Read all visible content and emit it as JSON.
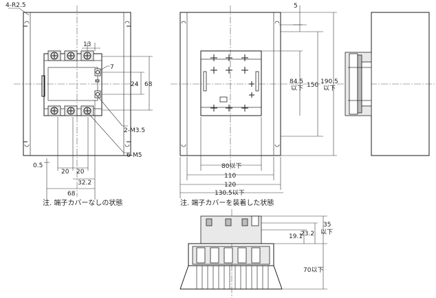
{
  "labels": {
    "radius": "4-R2.5",
    "d13": "13",
    "d7": "7",
    "d24": "24",
    "d68v": "68",
    "m35": "2-M3.5",
    "m5": "6-M5",
    "d05": "0.5",
    "d20a": "20",
    "d20b": "20",
    "d322": "32.2",
    "d68h": "68",
    "d5": "5",
    "d845": "84.5",
    "d845u": "以下",
    "d150": "150",
    "d1905": "190.5",
    "d1905u": "以下",
    "d80": "80以下",
    "d110": "110",
    "d120": "120",
    "d1305": "130.5以下",
    "d35": "35",
    "d35u": "以下",
    "d191": "19.1",
    "d232": "23.2",
    "d70": "70以下"
  },
  "notes": {
    "left": "注. 端子カバーなしの状態",
    "middle": "注. 端子カバーを装着した状態"
  }
}
